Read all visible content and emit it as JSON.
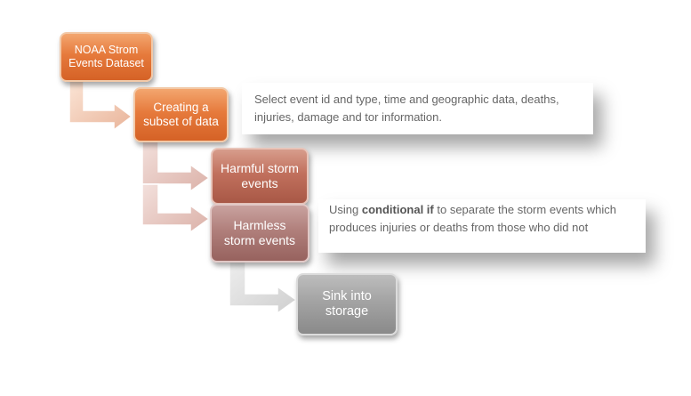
{
  "steps": [
    {
      "label": "NOAA Strom Events Dataset"
    },
    {
      "label": "Creating a subset of data"
    },
    {
      "label": "Harmful storm events"
    },
    {
      "label": "Harmless storm events"
    },
    {
      "label": "Sink into storage"
    }
  ],
  "notes": {
    "subset": "Select event id and type, time and geographic data, deaths, injuries, damage and tor information.",
    "split_prefix": "Using ",
    "split_bold": "conditional if",
    "split_suffix": " to separate the storm events which produces injuries or deaths from those who did not"
  },
  "colors": {
    "step1": "#e67a3c",
    "step2": "#e67a3c",
    "step3": "#c1705d",
    "step4": "#b07f7b",
    "step5": "#a3a3a3"
  }
}
